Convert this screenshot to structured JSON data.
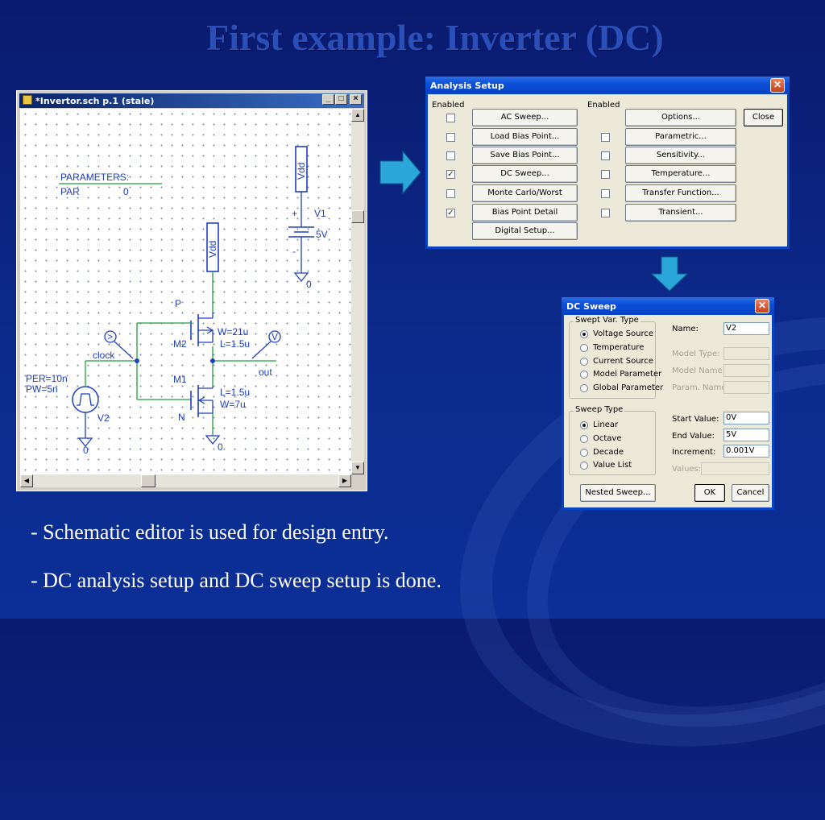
{
  "slide": {
    "title": "First example: Inverter (DC)",
    "bullets": [
      "- Schematic editor is used for design entry.",
      "- DC analysis setup and DC sweep setup is done."
    ]
  },
  "schematic_window": {
    "title": "*Invertor.sch  p.1 (stale)",
    "minimize": "_",
    "maximize": "□",
    "close": "×",
    "labels": {
      "parameters": "PARAMETERS:",
      "par": "PAR",
      "par_value": "0",
      "vdd1": "Vdd",
      "v1": "V1",
      "v1_val": "5V",
      "plus": "+",
      "minus": "-",
      "gnd_top": "0",
      "vdd2": "Vdd",
      "p": "P",
      "m2": "M2",
      "w21": "W=21u",
      "l15a": "L=1.5u",
      "clock": "clock",
      "out": "out",
      "m1": "M1",
      "l15b": "L=1.5u",
      "w7": "W=7u",
      "n": "N",
      "per": "PER=10n",
      "pw": "PW=5n",
      "v2": "V2",
      "gnd_left": "0",
      "gnd_mid": "0",
      "sym_left": ">",
      "sym_right": "V"
    }
  },
  "analysis_setup": {
    "title": "Analysis Setup",
    "enabled_label": "Enabled",
    "left_buttons": [
      "AC Sweep...",
      "Load Bias Point...",
      "Save Bias Point...",
      "DC Sweep...",
      "Monte Carlo/Worst Case...",
      "Bias Point Detail",
      "Digital Setup..."
    ],
    "left_checked": [
      "",
      "",
      "",
      "✓",
      "",
      "✓"
    ],
    "right_buttons": [
      "Options...",
      "Parametric...",
      "Sensitivity...",
      "Temperature...",
      "Transfer Function...",
      "Transient..."
    ],
    "right_checked": [
      "",
      "",
      "",
      "",
      ""
    ],
    "close_label": "Close"
  },
  "dc_sweep": {
    "title": "DC Sweep",
    "swept_group": "Swept Var. Type",
    "swept_options": [
      "Voltage Source",
      "Temperature",
      "Current Source",
      "Model Parameter",
      "Global Parameter"
    ],
    "sweep_group": "Sweep Type",
    "sweep_options": [
      "Linear",
      "Octave",
      "Decade",
      "Value List"
    ],
    "fields": {
      "name_label": "Name:",
      "name_value": "V2",
      "model_type_label": "Model Type:",
      "model_name_label": "Model Name:",
      "param_name_label": "Param. Name:",
      "start_label": "Start Value:",
      "start_value": "0V",
      "end_label": "End Value:",
      "end_value": "5V",
      "increment_label": "Increment:",
      "increment_value": "0.001V",
      "values_label": "Values:"
    },
    "nested_label": "Nested Sweep...",
    "ok_label": "OK",
    "cancel_label": "Cancel"
  },
  "colors": {
    "background": "#0c2a8c",
    "title": "#2a4fb8",
    "arrow": "#2aa6d8",
    "schematic_ink": "#1f3fbf",
    "wire": "#1e9e3a"
  }
}
